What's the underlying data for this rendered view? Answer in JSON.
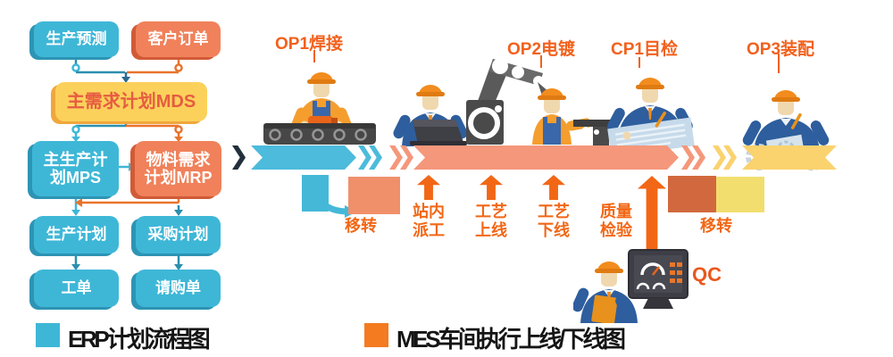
{
  "flowchart": {
    "forecast": "生产预测",
    "order": "客户订单",
    "mds": "主需求计划MDS",
    "mps": "主生产计划MPS",
    "mrp": "物料需求计划MRP",
    "production_plan": "生产计划",
    "purchase_plan": "采购计划",
    "work_order": "工单",
    "purchase_requisition": "请购单"
  },
  "stations": {
    "op1": "OP1焊接",
    "op2": "OP2电镀",
    "cp1": "CP1目检",
    "op3": "OP3装配"
  },
  "process_steps": {
    "transfer_in": "移转",
    "station_dispatch": "站内派工",
    "process_online": "工艺上线",
    "process_offline": "工艺下线",
    "quality_inspection": "质量检验",
    "transfer_out": "移转",
    "qc": "QC"
  },
  "legend": {
    "plan": {
      "label": "ERP计划流程图",
      "swatch_color": "#3EB7D7"
    },
    "execution": {
      "label": "MES车间执行上线/下线图",
      "swatch_color": "#F47B20"
    }
  },
  "colors": {
    "blue_box": "#3EB7D7",
    "orange_box": "#F0815A",
    "yellow_box": "#FBD15B",
    "plan_band": "#4CBBDC",
    "execution_band": "#F5977B",
    "assembly_band": "#FAD26E",
    "accent_orange": "#F26716",
    "mds_text": "#E65C41"
  }
}
